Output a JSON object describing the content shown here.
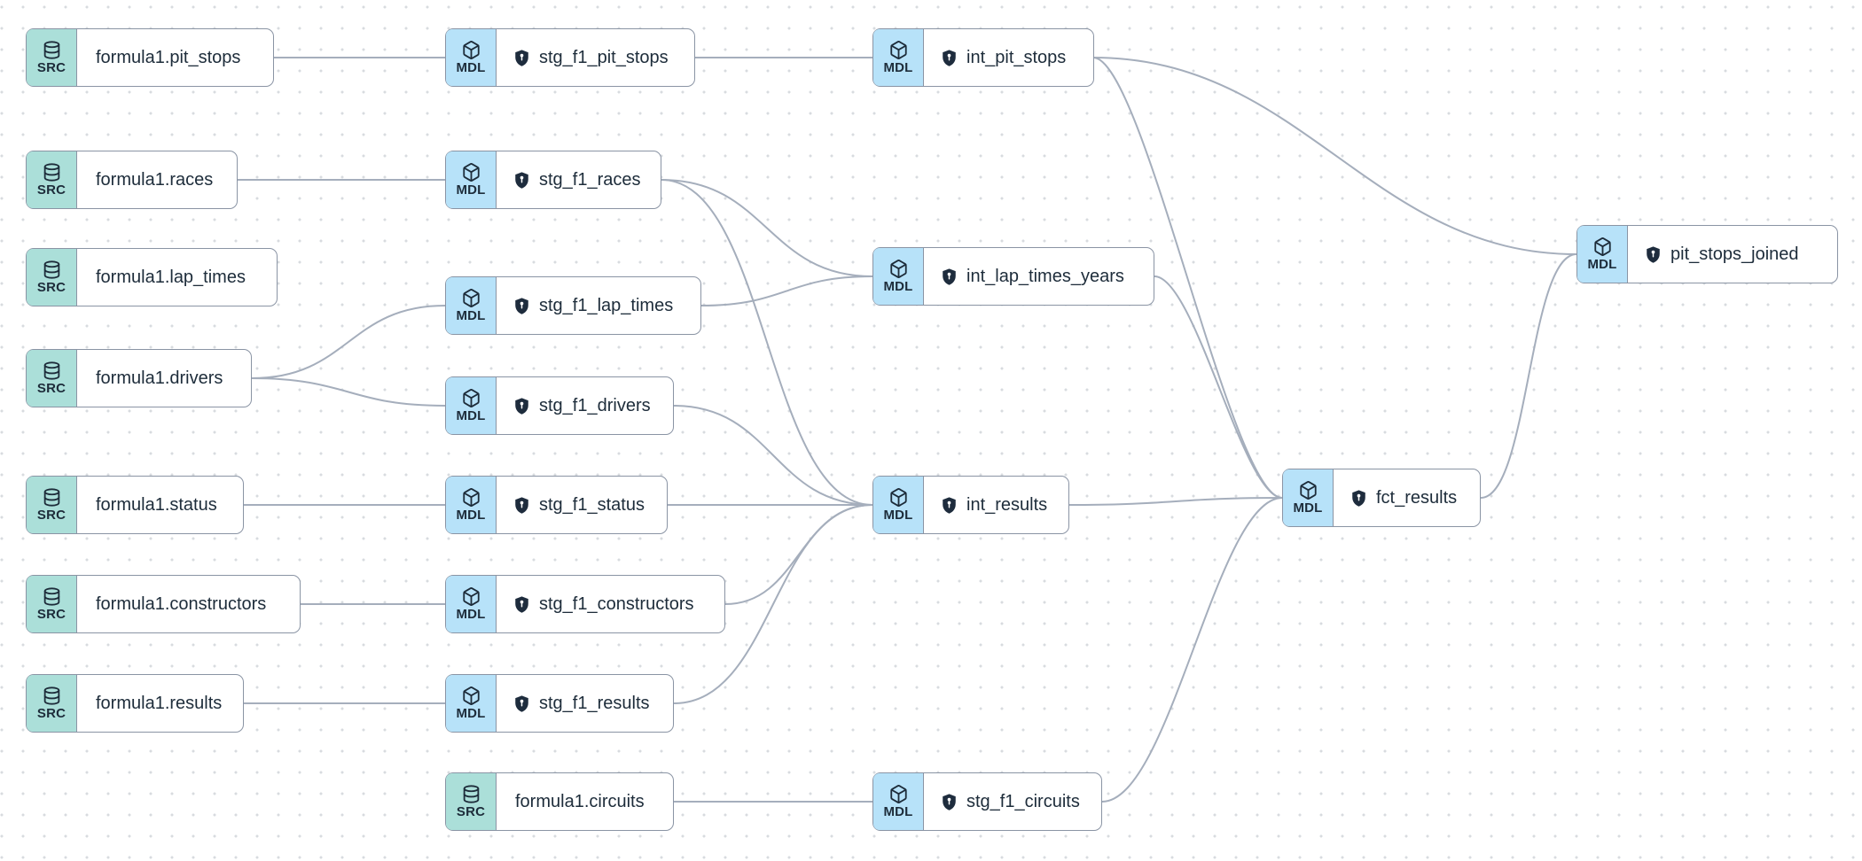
{
  "app": {
    "view": "lineage-graph"
  },
  "colors": {
    "source_badge": "#abdfd9",
    "model_badge": "#b7e2f9",
    "node_border": "#8a94a4",
    "edge": "#a5aebc",
    "text": "#1d2c3a",
    "background": "#ffffff",
    "grid_dot": "#d8dbdf"
  },
  "graph": {
    "nodes": [
      {
        "id": "formula1.pit_stops",
        "type": "source",
        "badge": "SRC",
        "label": "formula1.pit_stops"
      },
      {
        "id": "formula1.races",
        "type": "source",
        "badge": "SRC",
        "label": "formula1.races"
      },
      {
        "id": "formula1.lap_times",
        "type": "source",
        "badge": "SRC",
        "label": "formula1.lap_times"
      },
      {
        "id": "formula1.drivers",
        "type": "source",
        "badge": "SRC",
        "label": "formula1.drivers"
      },
      {
        "id": "formula1.status",
        "type": "source",
        "badge": "SRC",
        "label": "formula1.status"
      },
      {
        "id": "formula1.constructors",
        "type": "source",
        "badge": "SRC",
        "label": "formula1.constructors"
      },
      {
        "id": "formula1.results",
        "type": "source",
        "badge": "SRC",
        "label": "formula1.results"
      },
      {
        "id": "formula1.circuits",
        "type": "source",
        "badge": "SRC",
        "label": "formula1.circuits"
      },
      {
        "id": "stg_f1_pit_stops",
        "type": "model",
        "badge": "MDL",
        "label": "stg_f1_pit_stops"
      },
      {
        "id": "stg_f1_races",
        "type": "model",
        "badge": "MDL",
        "label": "stg_f1_races"
      },
      {
        "id": "stg_f1_lap_times",
        "type": "model",
        "badge": "MDL",
        "label": "stg_f1_lap_times"
      },
      {
        "id": "stg_f1_drivers",
        "type": "model",
        "badge": "MDL",
        "label": "stg_f1_drivers"
      },
      {
        "id": "stg_f1_status",
        "type": "model",
        "badge": "MDL",
        "label": "stg_f1_status"
      },
      {
        "id": "stg_f1_constructors",
        "type": "model",
        "badge": "MDL",
        "label": "stg_f1_constructors"
      },
      {
        "id": "stg_f1_results",
        "type": "model",
        "badge": "MDL",
        "label": "stg_f1_results"
      },
      {
        "id": "stg_f1_circuits",
        "type": "model",
        "badge": "MDL",
        "label": "stg_f1_circuits"
      },
      {
        "id": "int_pit_stops",
        "type": "model",
        "badge": "MDL",
        "label": "int_pit_stops"
      },
      {
        "id": "int_lap_times_years",
        "type": "model",
        "badge": "MDL",
        "label": "int_lap_times_years"
      },
      {
        "id": "int_results",
        "type": "model",
        "badge": "MDL",
        "label": "int_results"
      },
      {
        "id": "fct_results",
        "type": "model",
        "badge": "MDL",
        "label": "fct_results"
      },
      {
        "id": "pit_stops_joined",
        "type": "model",
        "badge": "MDL",
        "label": "pit_stops_joined"
      }
    ],
    "edges": [
      {
        "from": "formula1.pit_stops",
        "to": "stg_f1_pit_stops"
      },
      {
        "from": "formula1.races",
        "to": "stg_f1_races"
      },
      {
        "from": "formula1.drivers",
        "to": "stg_f1_lap_times"
      },
      {
        "from": "formula1.drivers",
        "to": "stg_f1_drivers"
      },
      {
        "from": "formula1.status",
        "to": "stg_f1_status"
      },
      {
        "from": "formula1.constructors",
        "to": "stg_f1_constructors"
      },
      {
        "from": "formula1.results",
        "to": "stg_f1_results"
      },
      {
        "from": "formula1.circuits",
        "to": "stg_f1_circuits"
      },
      {
        "from": "stg_f1_pit_stops",
        "to": "int_pit_stops"
      },
      {
        "from": "stg_f1_races",
        "to": "int_lap_times_years"
      },
      {
        "from": "stg_f1_races",
        "to": "int_results"
      },
      {
        "from": "stg_f1_lap_times",
        "to": "int_lap_times_years"
      },
      {
        "from": "stg_f1_drivers",
        "to": "int_results"
      },
      {
        "from": "stg_f1_status",
        "to": "int_results"
      },
      {
        "from": "stg_f1_constructors",
        "to": "int_results"
      },
      {
        "from": "stg_f1_results",
        "to": "int_results"
      },
      {
        "from": "stg_f1_circuits",
        "to": "fct_results"
      },
      {
        "from": "int_results",
        "to": "fct_results"
      },
      {
        "from": "int_lap_times_years",
        "to": "fct_results"
      },
      {
        "from": "int_pit_stops",
        "to": "fct_results"
      },
      {
        "from": "int_pit_stops",
        "to": "pit_stops_joined"
      },
      {
        "from": "fct_results",
        "to": "pit_stops_joined"
      }
    ]
  }
}
